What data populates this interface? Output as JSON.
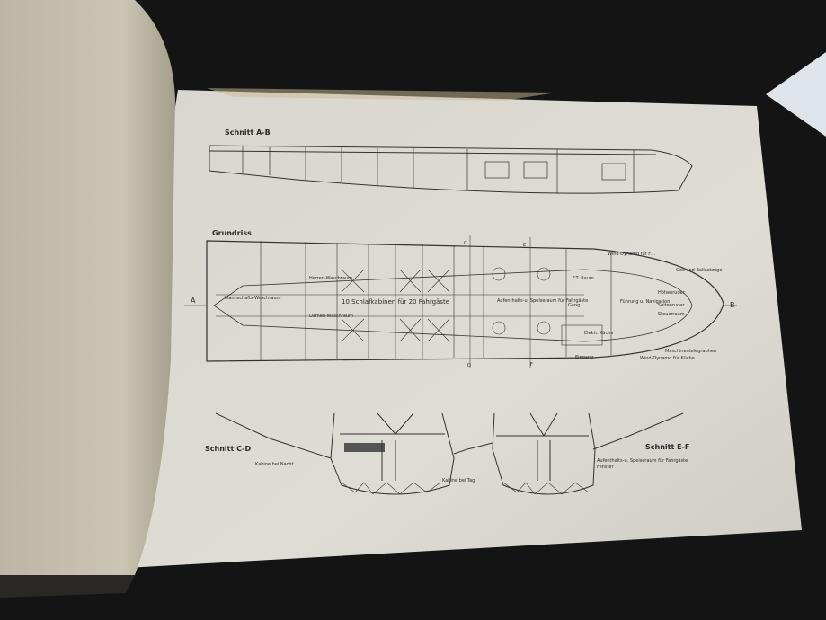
{
  "drawings": {
    "section_ab": {
      "title": "Schnitt A-B"
    },
    "floor_plan": {
      "title": "Grundriss",
      "markers": {
        "a": "A",
        "b": "B",
        "c": "C",
        "d": "D",
        "e": "E",
        "f": "F"
      },
      "rooms": {
        "crew_wash": "Mannschafts-Waschraum",
        "mens_wash": "Herren-Waschraum",
        "ladies_wash": "Damen-Waschraum",
        "cabins": "10 Schlafkabinen für 20 Fahrgäste",
        "lounge": "Aufenthalts-u. Speiseraum für Fahrgäste",
        "radio_room": "F.T. Raum",
        "corridor": "Gang",
        "kitchen": "Elektr. Küche",
        "navigation": "Führung u. Navigation",
        "elevator": "Höhenruder",
        "rudder": "Seitenruder",
        "control": "Steuerraum",
        "entrance": "Eingang"
      },
      "callouts": {
        "wind_dynamo_ft": "Wind Dynamo für F.T.",
        "gas_ballast": "Gas-und Ballastzüge",
        "telegraphs": "Maschinentelegraphen",
        "wind_dynamo_kitchen": "Wind-Dynamo für Küche"
      }
    },
    "section_cd": {
      "title": "Schnitt C-D",
      "night": "Kabine bei Nacht",
      "day": "Kabine bei Tag"
    },
    "section_ef": {
      "title": "Schnitt E-F",
      "lounge": "Aufenthalts-u. Speiseraum für Fahrgäste",
      "window": "Fenster"
    }
  }
}
